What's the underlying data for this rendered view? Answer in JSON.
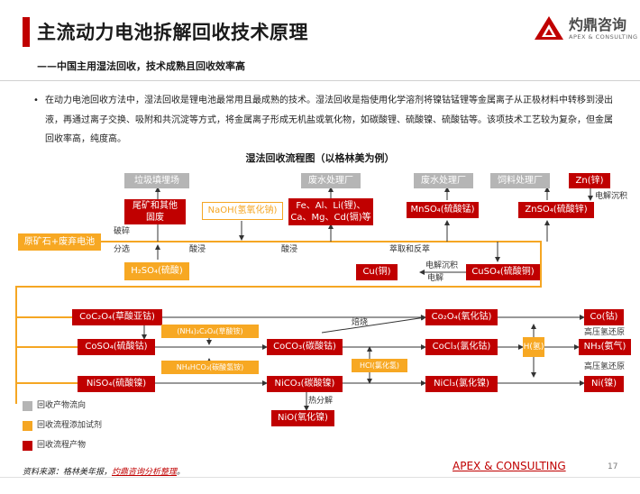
{
  "header": {
    "title": "主流动力电池拆解回收技术原理",
    "subtitle": "——中国主用湿法回收，技术成熟且回收效率高"
  },
  "logo": {
    "name": "灼鼎咨询",
    "tagline": "APEX & CONSULTING"
  },
  "intro": {
    "bullet": "•",
    "text": "在动力电池回收方法中，湿法回收是锂电池最常用且最成熟的技术。湿法回收是指使用化学溶剂将镍钴锰锂等金属离子从正极材料中转移到浸出液，再通过离子交换、吸附和共沉淀等方式，将金属离子形成无机盐或氧化物，如碳酸锂、硫酸镍、硫酸钴等。该项技术工艺较为复杂，但金属回收率高，纯度高。"
  },
  "chart_title": "湿法回收流程图（以格林美为例）",
  "nodes": {
    "landfill": "垃圾填埋场",
    "wastewater1": "废水处理厂",
    "wastewater2": "废水处理厂",
    "feed_plant": "饲料处理厂",
    "zn": "Zn(锌)",
    "tailings": "尾矿和其他\n固废",
    "naoh": "NaOH(氢氧化钠)",
    "fe_al": "Fe、Al、Li(锂)、\nCa、Mg、Cd(镉)等",
    "mnso4": "MnSO₄(硫酸锰)",
    "znso4": "ZnSO₄(硫酸锌)",
    "ore": "原矿石+废弃电池",
    "h2so4": "H₂SO₄(硫酸)",
    "cu": "Cu(铜)",
    "cuso4": "CuSO₄(硫酸铜)",
    "coc2o4": "CoC₂O₄(草酸亚钴)",
    "co2o4": "Co₂O₄(氧化钴)",
    "co": "Co(钴)",
    "nh4c2o4": "(NH₄)₂C₂O₄(草酸铵)",
    "coso4": "CoSO₄(硫酸钴)",
    "coco3": "CoCO₃(碳酸钴)",
    "cocl3": "CoCl₃(氯化钴)",
    "h": "H(氢)",
    "nh3": "NH₃(氨气)",
    "nh4hco3": "NH₄HCO₃(碳酸氢铵)",
    "hcl": "HCl(氯化氢)",
    "niso4": "NiSO₄(硫酸镍)",
    "nico3": "NiCO₃(碳酸镍)",
    "nicl3": "NiCl₃(氯化镍)",
    "ni": "Ni(镍)",
    "nio": "NiO(氧化镍)"
  },
  "labels": {
    "crush": "破碎",
    "sort": "分选",
    "acid_leach1": "酸浸",
    "acid_leach2": "酸浸",
    "extract": "萃取和反萃",
    "electro_deposit1": "电解沉积",
    "electro_deposit2": "电解沉积",
    "electrolysis": "电解",
    "roast": "焙烧",
    "h2_reduce1": "高压氢还原",
    "h2_reduce2": "高压氢还原",
    "thermal_decomp": "热分解"
  },
  "legend": [
    {
      "label": "回收产物流向",
      "color": "#b5b5b5"
    },
    {
      "label": "回收流程添加试剂",
      "color": "#f5a623"
    },
    {
      "label": "回收流程产物",
      "color": "#c00000"
    }
  ],
  "footer": {
    "source_prefix": "资料来源：格林美年报，",
    "source_highlight": "灼鼎咨询分析整理",
    "source_suffix": "。",
    "brand": "APEX & CONSULTING",
    "page_number": "17"
  },
  "colors": {
    "accent": "#c00000",
    "reagent": "#f5a623",
    "flow": "#b5b5b5"
  }
}
